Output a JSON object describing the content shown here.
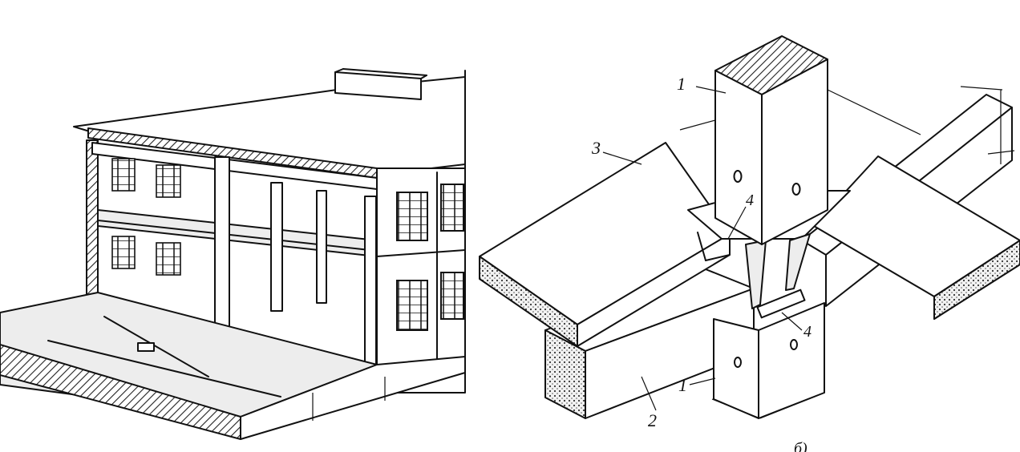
{
  "figure": {
    "left_view": {
      "name": "building-frame-cutaway"
    },
    "right_view": {
      "name": "column-beam-joint-detail"
    },
    "labels": [
      {
        "id": "label-1-top",
        "text": "1"
      },
      {
        "id": "label-3",
        "text": "3"
      },
      {
        "id": "label-4-upper",
        "text": "4"
      },
      {
        "id": "label-4-lower",
        "text": "4"
      },
      {
        "id": "label-1-bottom",
        "text": "1"
      },
      {
        "id": "label-2",
        "text": "2"
      }
    ],
    "caption_fragment": "б)"
  }
}
